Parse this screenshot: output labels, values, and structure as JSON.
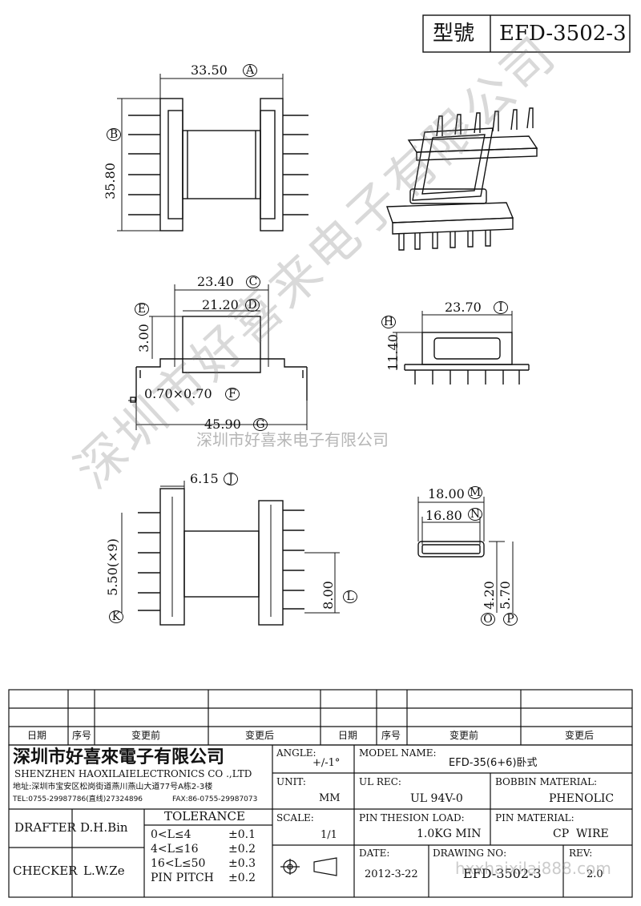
{
  "header": {
    "model_label": "型號",
    "model_value": "EFD-3502-3"
  },
  "dims": {
    "A": "33.50",
    "A_tag": "A",
    "B": "35.80",
    "B_tag": "B",
    "C": "23.40",
    "C_tag": "C",
    "D": "21.20",
    "D_tag": "D",
    "E": "3.00",
    "E_tag": "E",
    "F": "0.70×0.70",
    "F_tag": "F",
    "G": "45.90",
    "G_tag": "G",
    "H": "11.40",
    "H_tag": "H",
    "I": "23.70",
    "I_tag": "I",
    "J": "6.15",
    "J_tag": "J",
    "K": "5.50(×9)",
    "K_tag": "K",
    "L": "8.00",
    "L_tag": "L",
    "M": "18.00",
    "M_tag": "M",
    "N": "16.80",
    "N_tag": "N",
    "O": "4.20",
    "O_tag": "O",
    "P": "5.70",
    "P_tag": "P"
  },
  "watermark": {
    "diagonal": "深圳市好喜来电子有限公司",
    "horizontal": "深圳市好喜来电子有限公司"
  },
  "revision_table": {
    "headers": [
      "日期",
      "序号",
      "变更前",
      "变更后",
      "日期",
      "序号",
      "变更前",
      "变更后"
    ]
  },
  "title_block": {
    "company_cn": "深圳市好喜來電子有限公司",
    "company_en": "SHENZHEN HAOXILAIELECTRONICS CO .,LTD",
    "address": "地址:深圳市宝安区松岗街道燕川燕山大道77号A栋2-3楼",
    "tel": "TEL:0755-29987786(直线)27324896",
    "fax": "FAX:86-0755-29987073",
    "drafter_label": "DRAFTER",
    "drafter": "D.H.Bin",
    "checker_label": "CHECKER",
    "checker": "L.W.Ze",
    "tolerance_label": "TOLERANCE",
    "tolerances": [
      {
        "range": "0<L≤4",
        "value": "±0.1"
      },
      {
        "range": "4<L≤16",
        "value": "±0.2"
      },
      {
        "range": "16<L≤50",
        "value": "±0.3"
      },
      {
        "range": "PIN PITCH",
        "value": "±0.2"
      }
    ],
    "angle_label": "ANGLE:",
    "angle": "+/-1°",
    "unit_label": "UNIT:",
    "unit": "MM",
    "scale_label": "SCALE:",
    "scale": "1/1",
    "model_name_label": "MODEL NAME:",
    "model_name": "EFD-35(6+6)卧式",
    "ul_rec_label": "UL REC:",
    "ul_rec": "UL 94V-0",
    "bobbin_material_label": "BOBBIN MATERIAL:",
    "bobbin_material": "PHENOLIC",
    "pin_load_label": "PIN THESION LOAD:",
    "pin_load": "1.0KG MIN",
    "pin_material_label": "PIN MATERIAL:",
    "pin_material": "CP  WIRE",
    "date_label": "DATE:",
    "date": "2012-3-22",
    "drawing_no_label": "DRAWING NO:",
    "drawing_no": "EFD-3502-3",
    "rev_label": "REV:",
    "rev": "2.0",
    "site_watermark": "hxxhaixilai888.com"
  }
}
